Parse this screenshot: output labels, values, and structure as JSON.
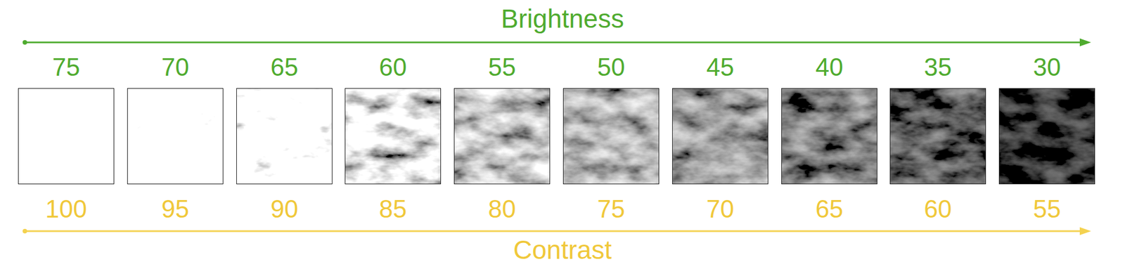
{
  "diagram": {
    "labels": [
      "Brightness",
      "75",
      "70",
      "65",
      "60",
      "55",
      "50",
      "45",
      "40",
      "35",
      "30",
      "100",
      "95",
      "90",
      "85",
      "80",
      "75",
      "70",
      "65",
      "60",
      "55",
      "Contrast"
    ]
  }
}
